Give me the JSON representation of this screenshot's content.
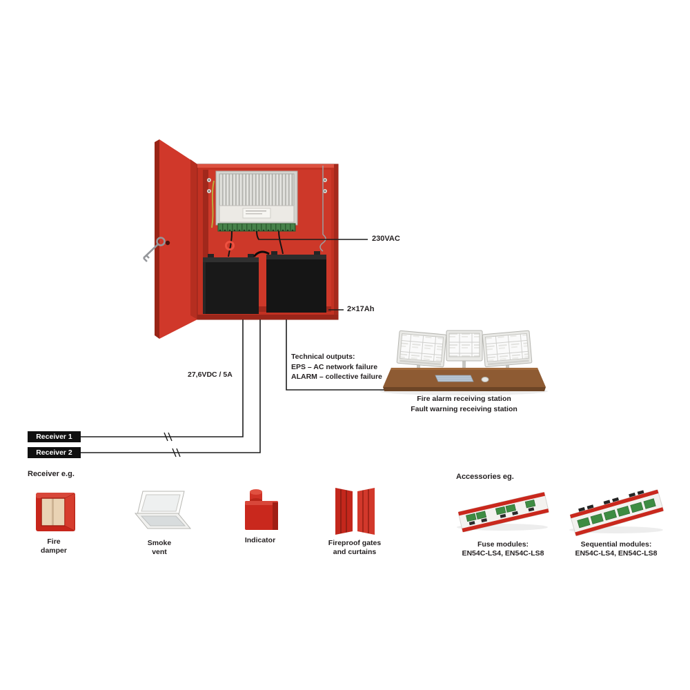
{
  "labels": {
    "mains": "230VAC",
    "batteries": "2×17Ah",
    "dc_output": "27,6VDC / 5A"
  },
  "technical_outputs": {
    "title": "Technical outputs:",
    "eps": "EPS – AC network failure",
    "alarm": "ALARM – collective failure"
  },
  "receiving_station": {
    "line1": "Fire alarm receiving station",
    "line2": "Fault warning receiving station"
  },
  "receivers": {
    "heading": "Receiver e.g.",
    "receiver1": "Receiver 1",
    "receiver2": "Receiver 2"
  },
  "receiver_examples": [
    {
      "icon": "fire-damper-icon",
      "line1": "Fire",
      "line2": "damper"
    },
    {
      "icon": "smoke-vent-icon",
      "line1": "Smoke",
      "line2": "vent"
    },
    {
      "icon": "indicator-icon",
      "line1": "Indicator",
      "line2": ""
    },
    {
      "icon": "fireproof-gates-icon",
      "line1": "Fireproof gates",
      "line2": "and curtains"
    }
  ],
  "accessories": {
    "heading": "Accessories eg.",
    "items": [
      {
        "icon": "fuse-module-board",
        "line1": "Fuse modules:",
        "line2": "EN54C-LS4, EN54C-LS8"
      },
      {
        "icon": "sequential-module-board",
        "line1": "Sequential modules:",
        "line2": "EN54C-LS4, EN54C-LS8"
      }
    ]
  },
  "colors": {
    "cabinet_red": "#c63324",
    "cabinet_red_dark": "#9a261a",
    "battery_black": "#1a1a1a",
    "desk_brown": "#8e5b33",
    "badge_black": "#101010",
    "text": "#231f20"
  }
}
